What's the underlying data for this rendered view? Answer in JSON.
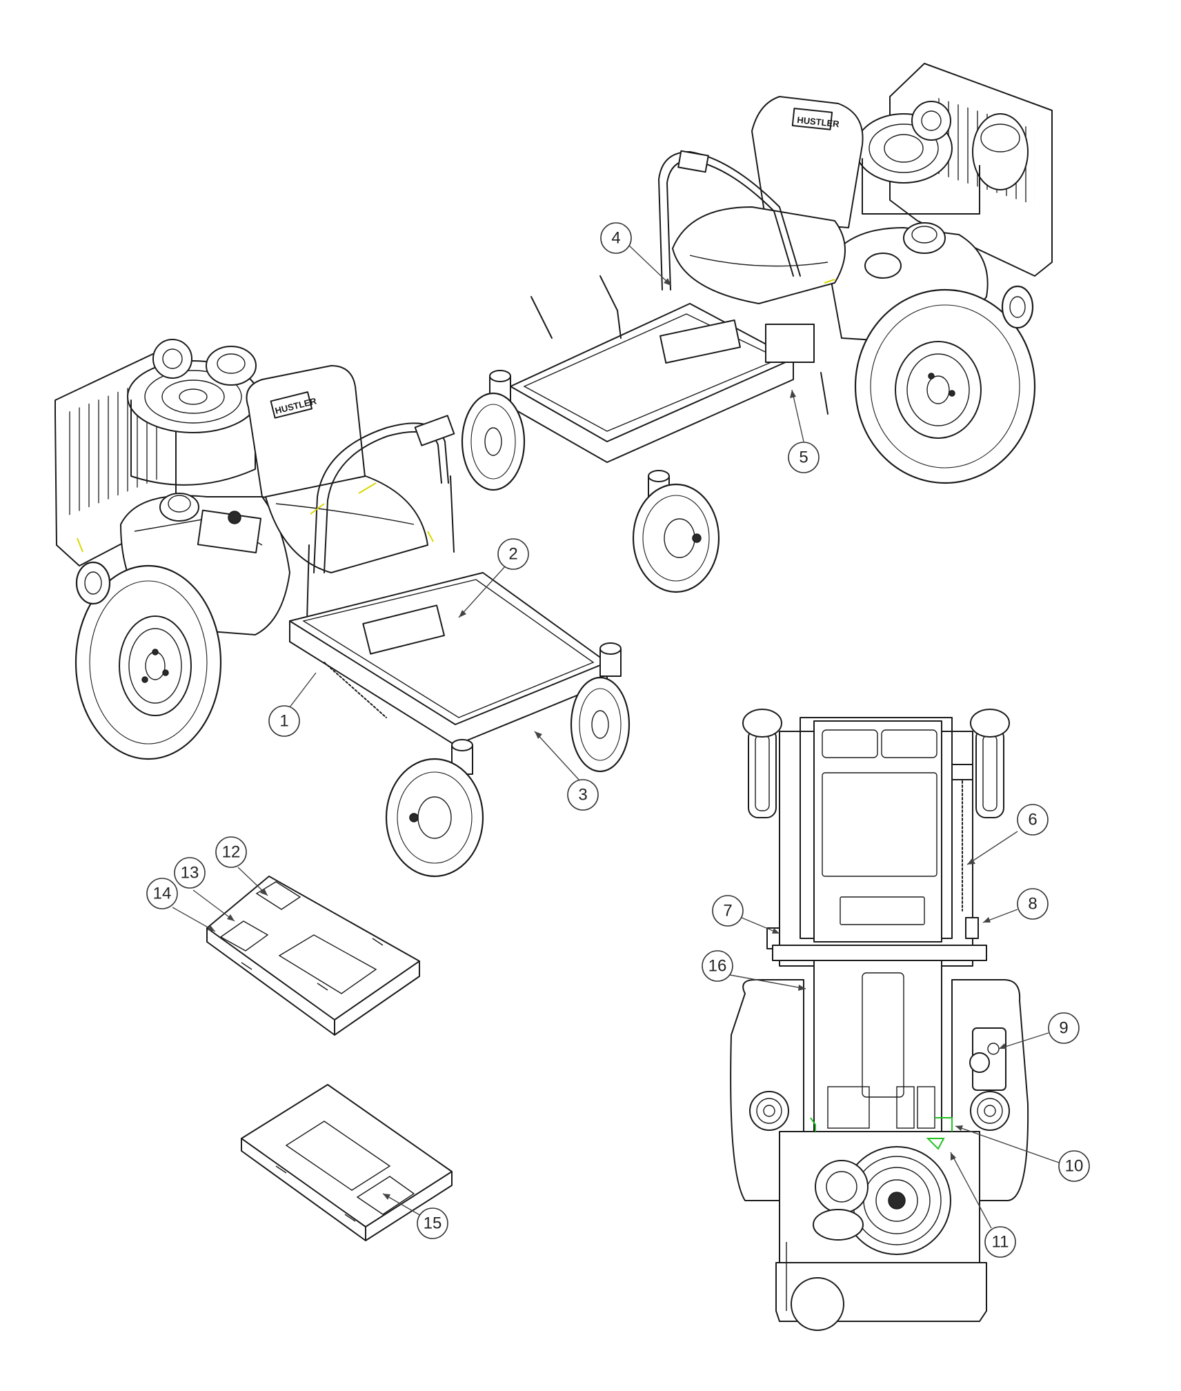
{
  "diagram": {
    "brand_label": "HUSTLER",
    "callouts": [
      {
        "id": "1",
        "label": "1"
      },
      {
        "id": "2",
        "label": "2"
      },
      {
        "id": "3",
        "label": "3"
      },
      {
        "id": "4",
        "label": "4"
      },
      {
        "id": "5",
        "label": "5"
      },
      {
        "id": "6",
        "label": "6"
      },
      {
        "id": "7",
        "label": "7"
      },
      {
        "id": "8",
        "label": "8"
      },
      {
        "id": "9",
        "label": "9"
      },
      {
        "id": "10",
        "label": "10"
      },
      {
        "id": "11",
        "label": "11"
      },
      {
        "id": "12",
        "label": "12"
      },
      {
        "id": "13",
        "label": "13"
      },
      {
        "id": "14",
        "label": "14"
      },
      {
        "id": "15",
        "label": "15"
      },
      {
        "id": "16",
        "label": "16"
      }
    ]
  }
}
